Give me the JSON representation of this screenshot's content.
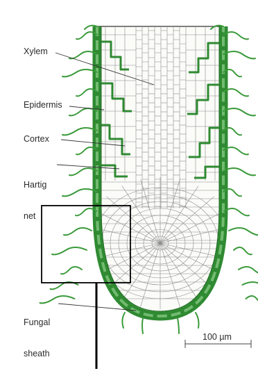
{
  "labels": {
    "xylem": "Xylem",
    "epidermis": "Epidermis",
    "cortex": "Cortex",
    "hartig_line1": "Hartig",
    "hartig_line2": "net",
    "fungal_line1": "Fungal",
    "fungal_line2": "sheath"
  },
  "scale_bar": {
    "label": "100 µm"
  },
  "colors": {
    "sheath_green": "#3a9a3a",
    "sheath_dark": "#1f6b24",
    "hypha_green": "#4aa34a",
    "cell_line": "#8a8a8a",
    "outline": "#333333",
    "callout": "#000000"
  }
}
